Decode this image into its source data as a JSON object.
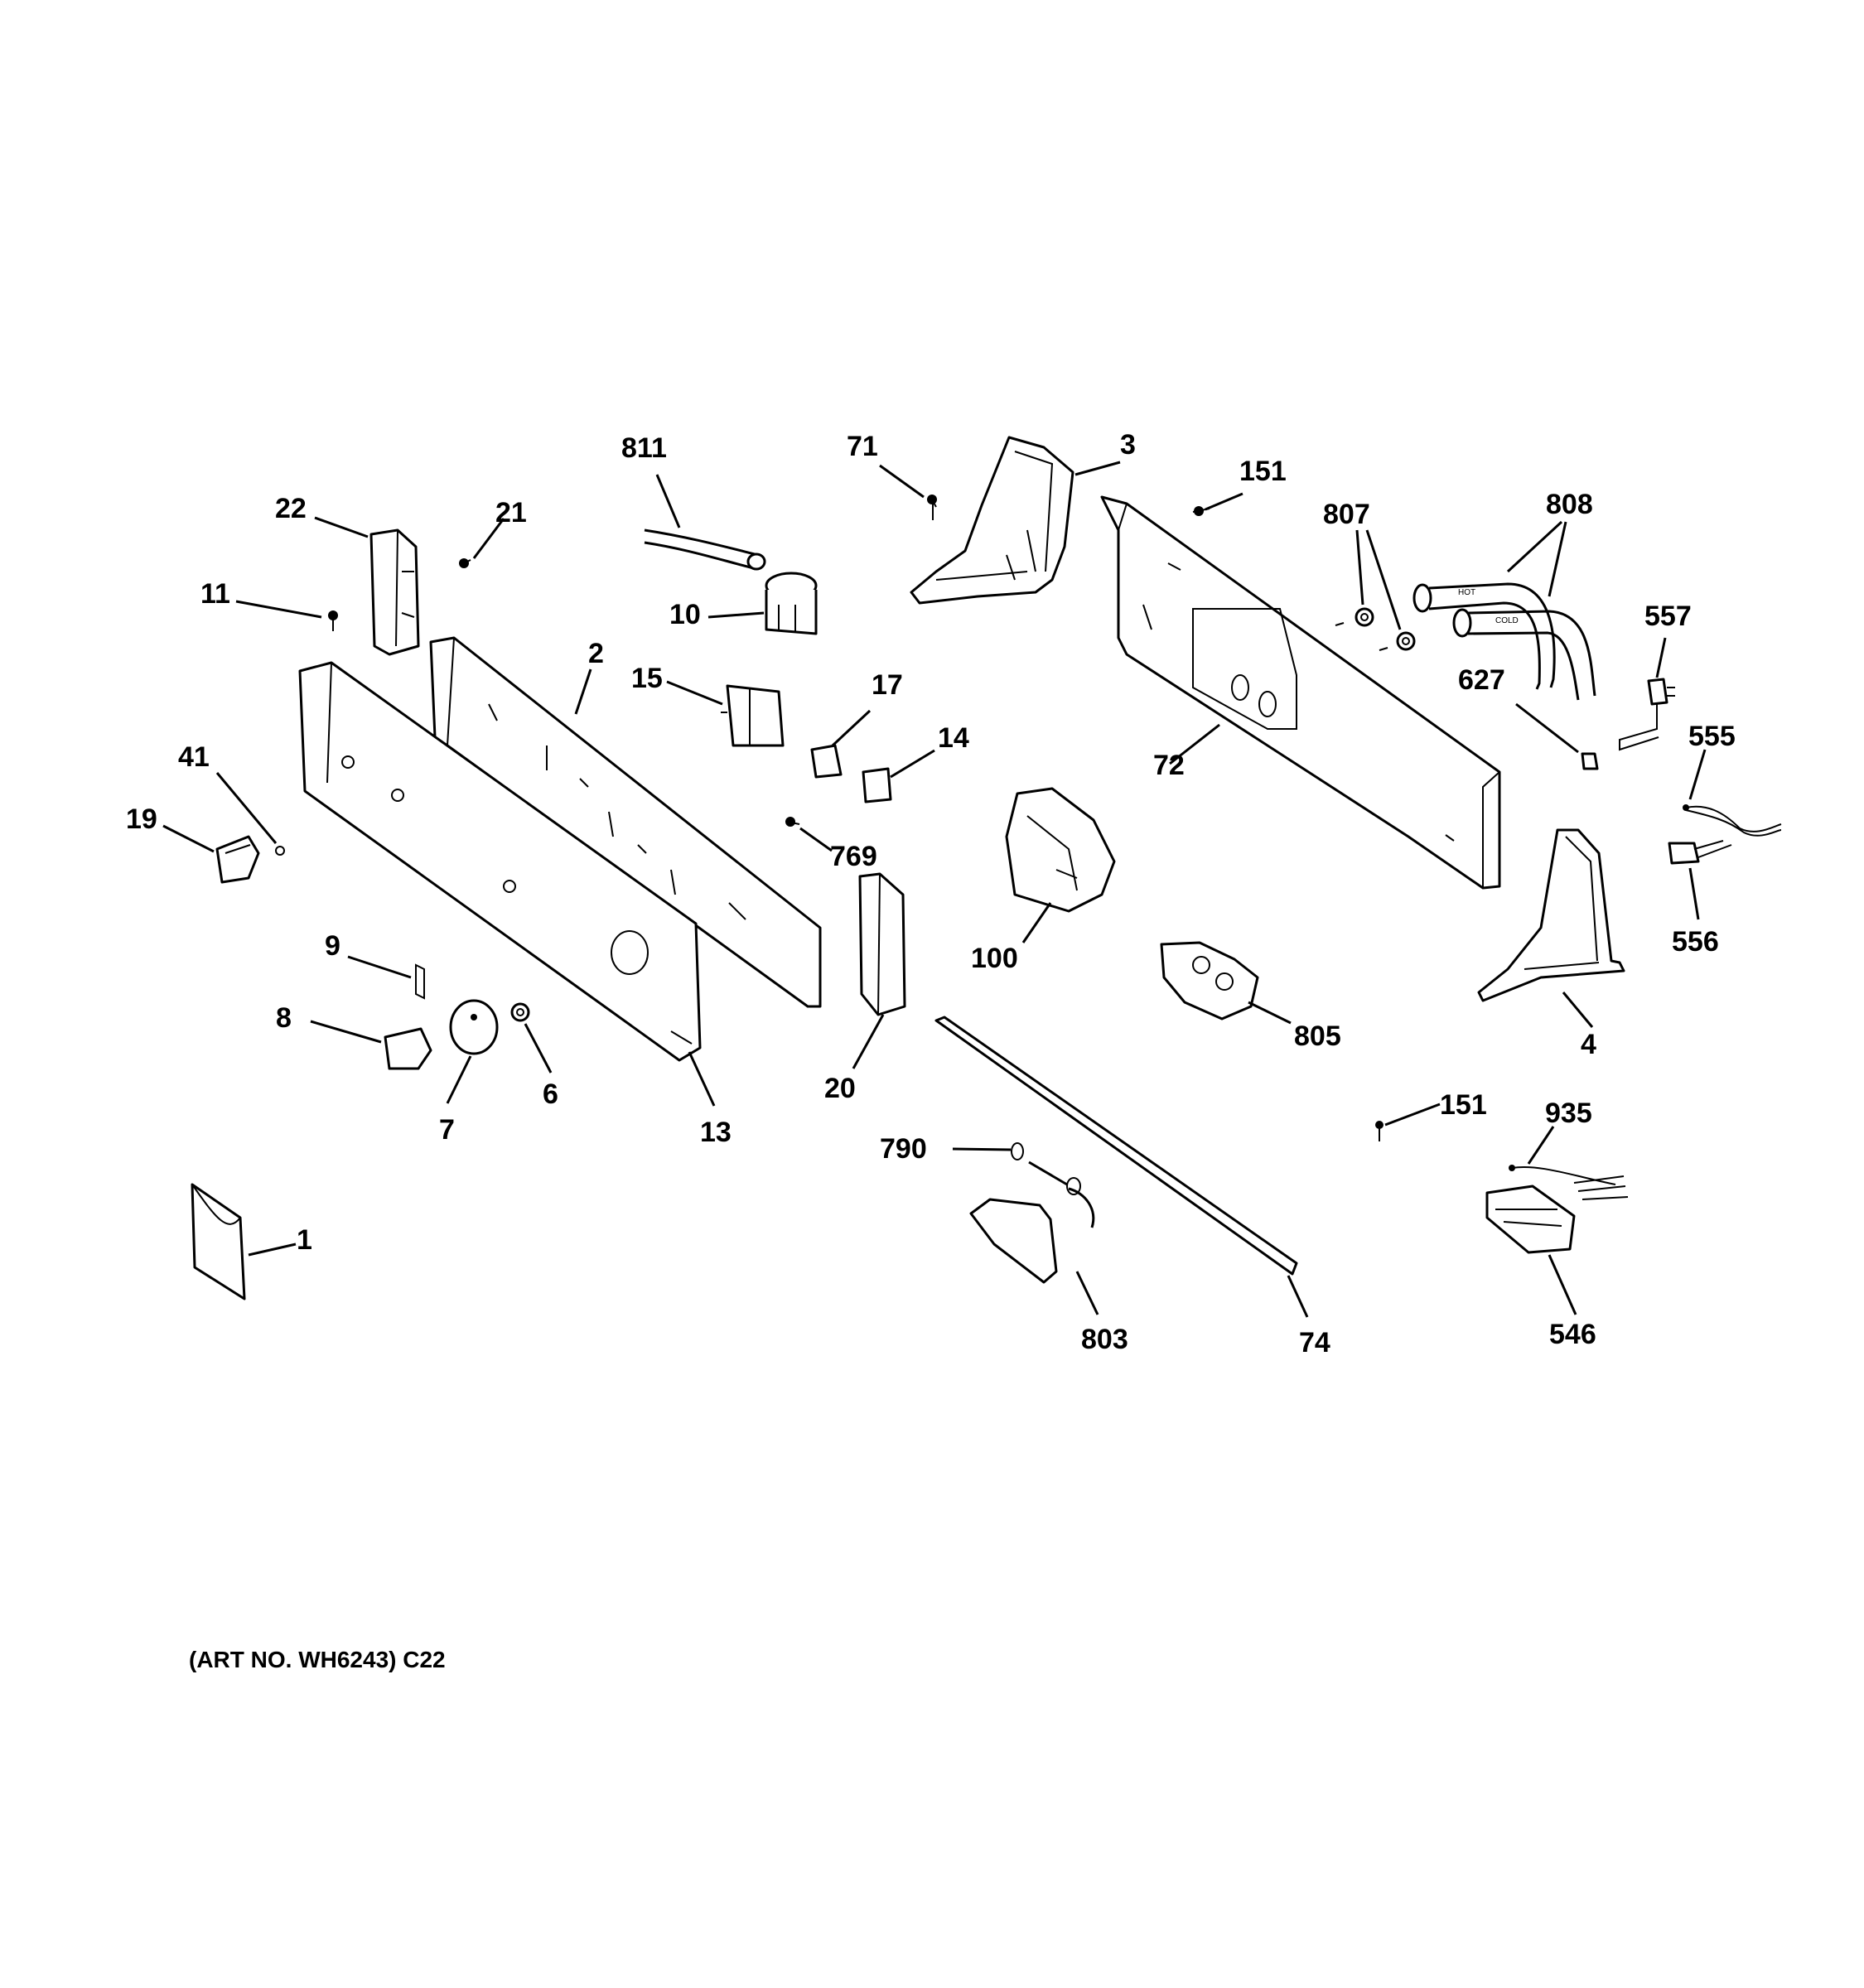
{
  "diagram": {
    "caption": "(ART NO. WH6243) C22",
    "hose_labels": {
      "hot": "HOT",
      "cold": "COLD"
    },
    "callouts": [
      {
        "id": "811",
        "text": "811"
      },
      {
        "id": "71",
        "text": "71"
      },
      {
        "id": "3",
        "text": "3"
      },
      {
        "id": "151a",
        "text": "151"
      },
      {
        "id": "807",
        "text": "807"
      },
      {
        "id": "808",
        "text": "808"
      },
      {
        "id": "22",
        "text": "22"
      },
      {
        "id": "21",
        "text": "21"
      },
      {
        "id": "11",
        "text": "11"
      },
      {
        "id": "10",
        "text": "10"
      },
      {
        "id": "2",
        "text": "2"
      },
      {
        "id": "557",
        "text": "557"
      },
      {
        "id": "15",
        "text": "15"
      },
      {
        "id": "17",
        "text": "17"
      },
      {
        "id": "627",
        "text": "627"
      },
      {
        "id": "14",
        "text": "14"
      },
      {
        "id": "41",
        "text": "41"
      },
      {
        "id": "72",
        "text": "72"
      },
      {
        "id": "555",
        "text": "555"
      },
      {
        "id": "19",
        "text": "19"
      },
      {
        "id": "769",
        "text": "769"
      },
      {
        "id": "100",
        "text": "100"
      },
      {
        "id": "556",
        "text": "556"
      },
      {
        "id": "9",
        "text": "9"
      },
      {
        "id": "8",
        "text": "8"
      },
      {
        "id": "805",
        "text": "805"
      },
      {
        "id": "4",
        "text": "4"
      },
      {
        "id": "6",
        "text": "6"
      },
      {
        "id": "20",
        "text": "20"
      },
      {
        "id": "7",
        "text": "7"
      },
      {
        "id": "13",
        "text": "13"
      },
      {
        "id": "151b",
        "text": "151"
      },
      {
        "id": "935",
        "text": "935"
      },
      {
        "id": "790",
        "text": "790"
      },
      {
        "id": "1",
        "text": "1"
      },
      {
        "id": "803",
        "text": "803"
      },
      {
        "id": "74",
        "text": "74"
      },
      {
        "id": "546",
        "text": "546"
      }
    ]
  }
}
